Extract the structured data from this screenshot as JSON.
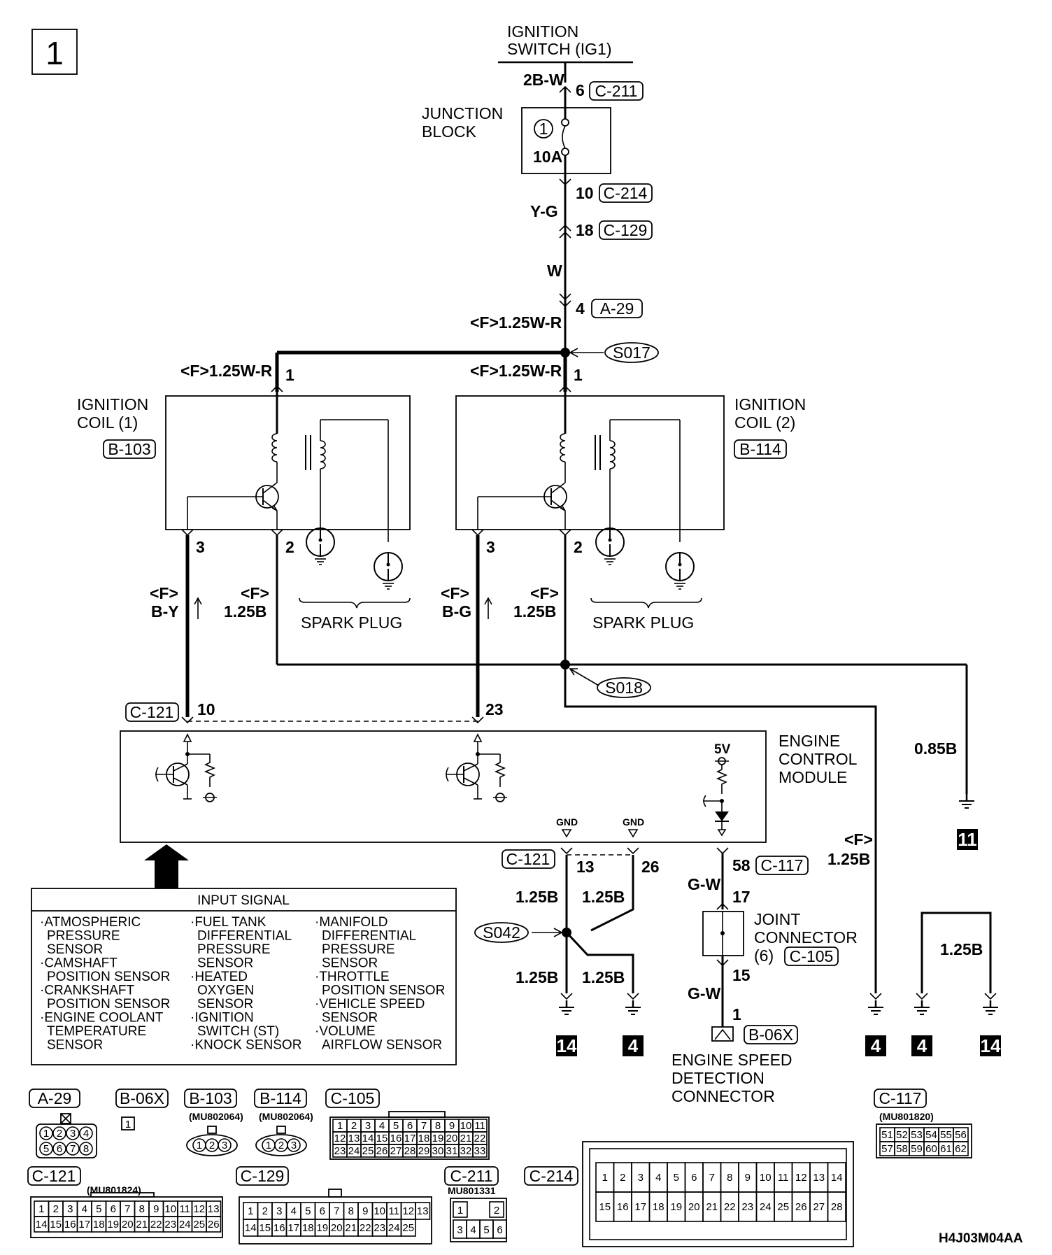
{
  "page_number": "1",
  "ignition_switch": [
    "IGNITION",
    "SWITCH (IG1)"
  ],
  "junction_block": [
    "JUNCTION",
    "BLOCK"
  ],
  "fuse_number": "1",
  "fuse_rating": "10A",
  "wires": {
    "w_2bw": "2B-W",
    "w_yg": "Y-G",
    "w_w": "W",
    "w_f125wr_main": "<F>1.25W-R",
    "w_f125wr_coil1": "<F>1.25W-R",
    "w_f125wr_coil2": "<F>1.25W-R",
    "f": "<F>",
    "by": "B-Y",
    "bg": "B-G",
    "b125": "1.25B",
    "b085": "0.85B",
    "gw": "G-W"
  },
  "connectors": {
    "c211": "C-211",
    "c214": "C-214",
    "c129": "C-129",
    "a29": "A-29",
    "b103": "B-103",
    "b114": "B-114",
    "c121": "C-121",
    "c117": "C-117",
    "c105": "C-105",
    "b06x": "B-06X"
  },
  "splices": {
    "s017": "S017",
    "s018": "S018",
    "s042": "S042"
  },
  "pins": {
    "p6": "6",
    "p10": "10",
    "p18": "18",
    "p4": "4",
    "p1": "1",
    "p3": "3",
    "p2": "2",
    "p23": "23",
    "p13": "13",
    "p26": "26",
    "p58": "58",
    "p17": "17",
    "p15": "15"
  },
  "ignition_coil_1": [
    "IGNITION",
    "COIL (1)"
  ],
  "ignition_coil_2": [
    "IGNITION",
    "COIL (2)"
  ],
  "spark_plug": "SPARK PLUG",
  "ecm": [
    "ENGINE",
    "CONTROL",
    "MODULE"
  ],
  "gnd": "GND",
  "v5": "5V",
  "joint_connector": [
    "JOINT",
    "CONNECTOR",
    "(6)"
  ],
  "engine_speed": [
    "ENGINE SPEED",
    "DETECTION",
    "CONNECTOR"
  ],
  "ground_refs": {
    "g11": "11",
    "g14": "14",
    "g4": "4"
  },
  "input_signal": {
    "title": "INPUT SIGNAL",
    "col1": [
      "·ATMOSPHERIC",
      "PRESSURE",
      "SENSOR",
      "·CAMSHAFT",
      "POSITION SENSOR",
      "·CRANKSHAFT",
      "POSITION SENSOR",
      "·ENGINE COOLANT",
      "TEMPERATURE",
      "SENSOR"
    ],
    "col2": [
      "·FUEL TANK",
      "DIFFERENTIAL",
      "PRESSURE",
      "SENSOR",
      "·HEATED",
      "OXYGEN",
      "SENSOR",
      "·IGNITION",
      "SWITCH (ST)",
      "·KNOCK SENSOR"
    ],
    "col3": [
      "·MANIFOLD",
      "DIFFERENTIAL",
      "PRESSURE",
      "SENSOR",
      "·THROTTLE",
      "POSITION SENSOR",
      "·VEHICLE SPEED",
      "SENSOR",
      "·VOLUME",
      "AIRFLOW SENSOR"
    ]
  },
  "part_numbers": {
    "b103": "(MU802064)",
    "b114": "(MU802064)",
    "c121": "(MU801824)",
    "c117": "(MU801820)",
    "c211": "MU801331"
  },
  "connector_pinouts": {
    "a29": {
      "row1": [
        "1",
        "2",
        "3",
        "4"
      ],
      "row2": [
        "5",
        "6",
        "7",
        "8"
      ]
    },
    "b06x": [
      "1"
    ],
    "b103": [
      "1",
      "2",
      "3"
    ],
    "b114": [
      "1",
      "2",
      "3"
    ],
    "c105": {
      "row1": [
        "1",
        "2",
        "3",
        "4",
        "5",
        "6",
        "7",
        "8",
        "9",
        "10",
        "11"
      ],
      "row2": [
        "12",
        "13",
        "14",
        "15",
        "16",
        "17",
        "18",
        "19",
        "20",
        "21",
        "22"
      ],
      "row3": [
        "23",
        "24",
        "25",
        "26",
        "27",
        "28",
        "29",
        "30",
        "31",
        "32",
        "33"
      ]
    },
    "c117": {
      "row1": [
        "51",
        "52",
        "53",
        "54",
        "55",
        "56"
      ],
      "row2": [
        "57",
        "58",
        "59",
        "60",
        "61",
        "62"
      ]
    },
    "c121": {
      "row1": [
        "1",
        "2",
        "3",
        "4",
        "5",
        "6",
        "7",
        "8",
        "9",
        "10",
        "11",
        "12",
        "13"
      ],
      "row2": [
        "14",
        "15",
        "16",
        "17",
        "18",
        "19",
        "20",
        "21",
        "22",
        "23",
        "24",
        "25",
        "26"
      ]
    },
    "c129": {
      "row1": [
        "1",
        "2",
        "3",
        "4",
        "5",
        "6",
        "7",
        "8",
        "9",
        "10",
        "11",
        "12",
        "13"
      ],
      "row2": [
        "14",
        "15",
        "16",
        "17",
        "18",
        "19",
        "20",
        "21",
        "22",
        "23",
        "24",
        "25"
      ]
    },
    "c211": {
      "row1": [
        "1",
        "2"
      ],
      "row2": [
        "3",
        "4",
        "5",
        "6"
      ]
    },
    "c214": {
      "row1": [
        "1",
        "2",
        "3",
        "4",
        "5",
        "6",
        "7",
        "8",
        "9",
        "10",
        "11",
        "12",
        "13",
        "14"
      ],
      "row2": [
        "15",
        "16",
        "17",
        "18",
        "19",
        "20",
        "21",
        "22",
        "23",
        "24",
        "25",
        "26",
        "27",
        "28"
      ]
    }
  },
  "figure_code": "H4J03M04AA"
}
